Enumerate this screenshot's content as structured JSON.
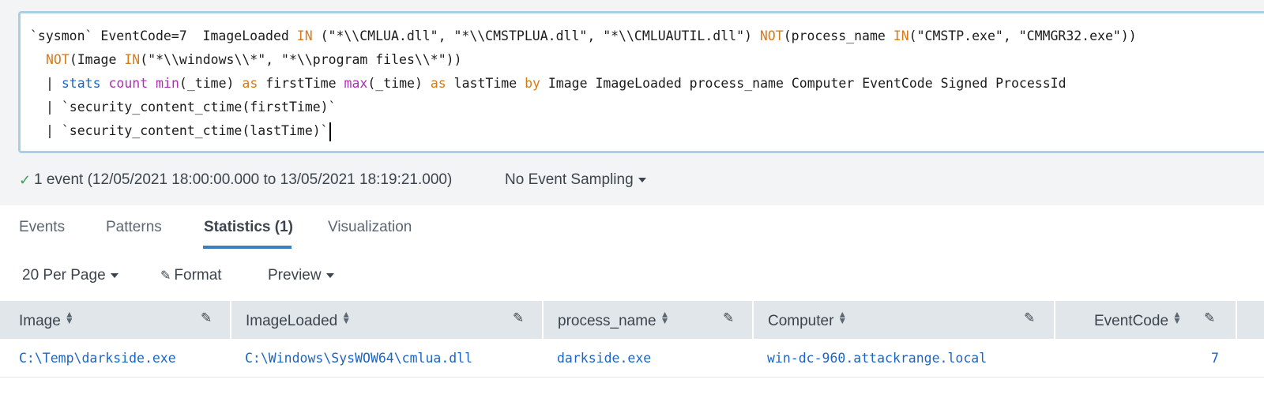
{
  "query": {
    "line1": {
      "a": "`sysmon` EventCode=7  ImageLoaded ",
      "b": "IN",
      "c": " (\"*\\\\CMLUA.dll\", \"*\\\\CMSTPLUA.dll\", \"*\\\\CMLUAUTIL.dll\") ",
      "d": "NOT",
      "e": "(process_name ",
      "f": "IN",
      "g": "(\"CMSTP.exe\", \"CMMGR32.exe\"))"
    },
    "line2": {
      "a": "NOT",
      "b": "(Image ",
      "c": "IN",
      "d": "(\"*\\\\windows\\\\*\", \"*\\\\program files\\\\*\"))"
    },
    "line3": {
      "a": "| ",
      "b": "stats",
      "c": " ",
      "d": "count",
      "e": " ",
      "f": "min",
      "g": "(_time) ",
      "h": "as",
      "i": " firstTime ",
      "j": "max",
      "k": "(_time) ",
      "l": "as",
      "m": " lastTime ",
      "n": "by",
      "o": " Image ImageLoaded process_name Computer EventCode Signed ProcessId"
    },
    "line4": "| `security_content_ctime(firstTime)`",
    "line5": "| `security_content_ctime(lastTime)`",
    "colors": {
      "keyword": "#d87a16",
      "command": "#1a66c7",
      "function": "#b02db5"
    }
  },
  "status": {
    "check_icon": "check-icon",
    "text": "1 event (12/05/2021 18:00:00.000 to 13/05/2021 18:19:21.000)",
    "sampling": "No Event Sampling"
  },
  "tabs": [
    {
      "label": "Events"
    },
    {
      "label": "Patterns"
    },
    {
      "label": "Statistics (1)",
      "active": true
    },
    {
      "label": "Visualization"
    }
  ],
  "toolbar": {
    "per_page": "20 Per Page",
    "format": "Format",
    "preview": "Preview"
  },
  "table": {
    "columns": [
      "Image",
      "ImageLoaded",
      "process_name",
      "Computer",
      "EventCode"
    ],
    "rows": [
      [
        "C:\\Temp\\darkside.exe",
        "C:\\Windows\\SysWOW64\\cmlua.dll",
        "darkside.exe",
        "win-dc-960.attackrange.local",
        "7"
      ]
    ]
  }
}
